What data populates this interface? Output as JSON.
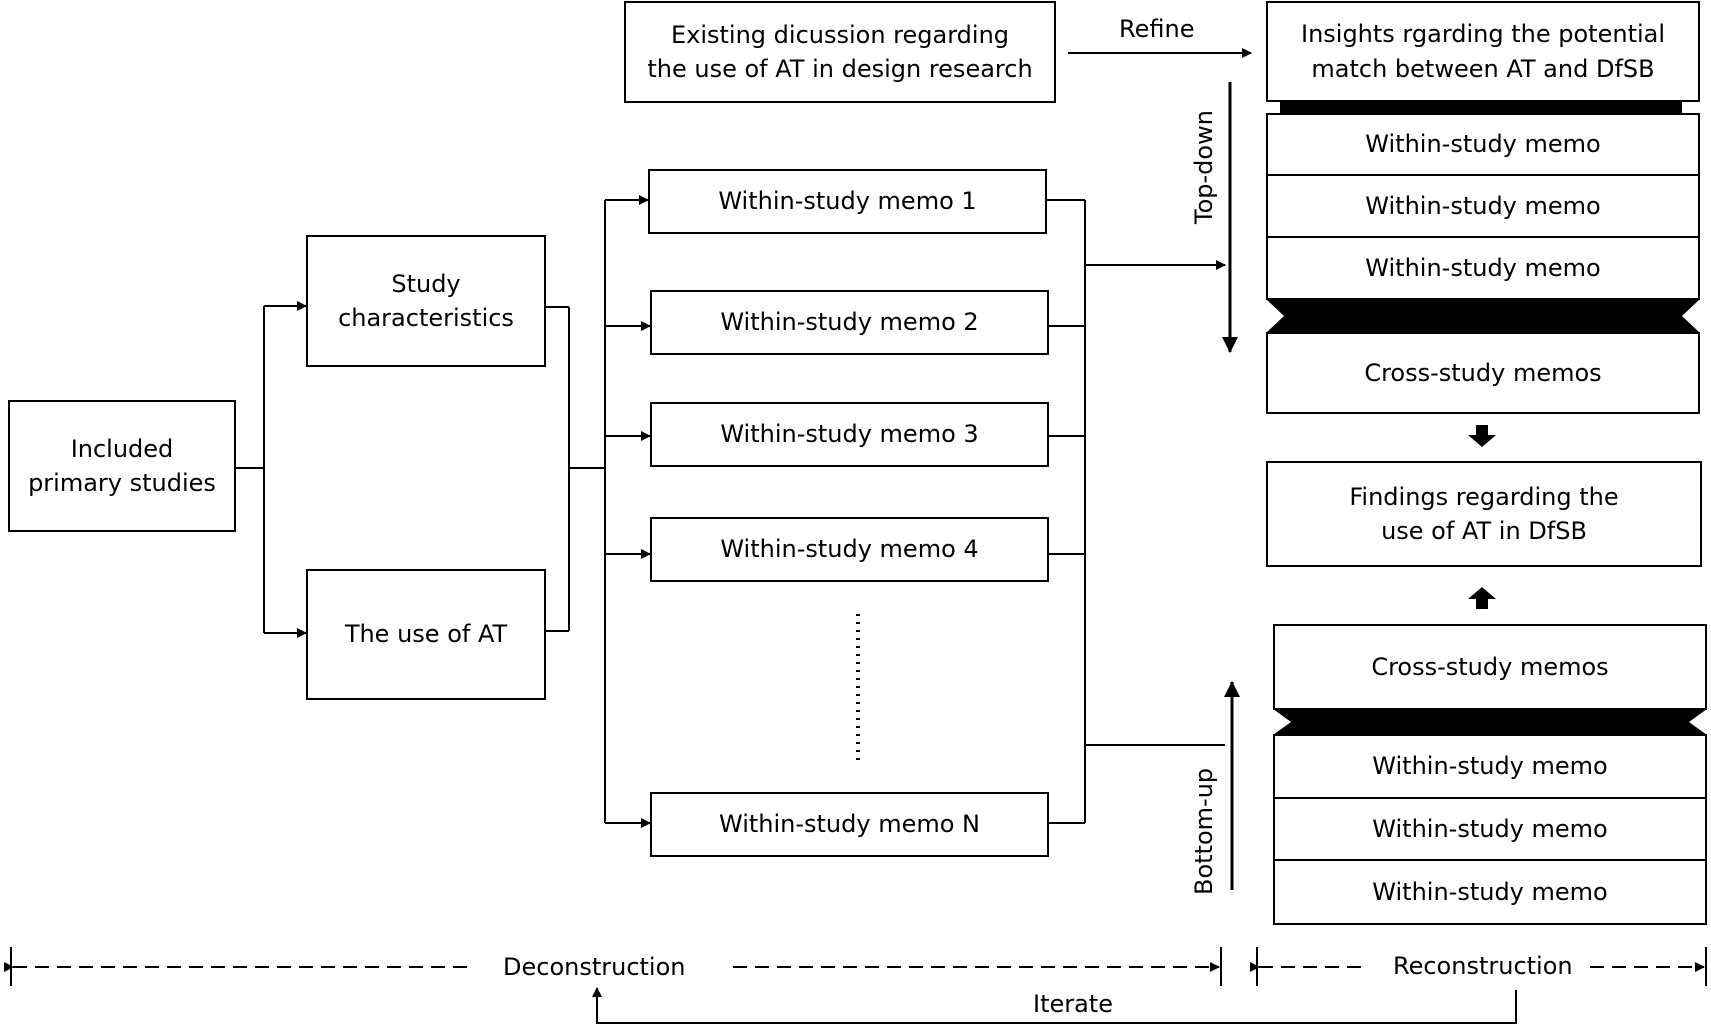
{
  "boxes": {
    "included": "Included\nprimary studies",
    "study_characteristics": "Study\ncharacteristics",
    "use_of_at": "The use of AT",
    "memo_1": "Within-study memo 1",
    "memo_2": "Within-study memo 2",
    "memo_3": "Within-study memo 3",
    "memo_4": "Within-study memo 4",
    "memo_n": "Within-study memo N",
    "existing_discussion": "Existing dicussion regarding\nthe use of AT in design research",
    "insights": "Insights rgarding the potential\nmatch between AT and DfSB",
    "top_within_1": "Within-study memo",
    "top_within_2": "Within-study memo",
    "top_within_3": "Within-study memo",
    "top_cross": "Cross-study memos",
    "findings": "Findings regarding the\nuse of AT in DfSB",
    "bottom_cross": "Cross-study memos",
    "bottom_within_1": "Within-study memo",
    "bottom_within_2": "Within-study memo",
    "bottom_within_3": "Within-study memo"
  },
  "labels": {
    "refine": "Refine",
    "top_down": "Top-down",
    "bottom_up": "Bottom-up",
    "deconstruction": "Deconstruction",
    "reconstruction": "Reconstruction",
    "iterate": "Iterate"
  }
}
